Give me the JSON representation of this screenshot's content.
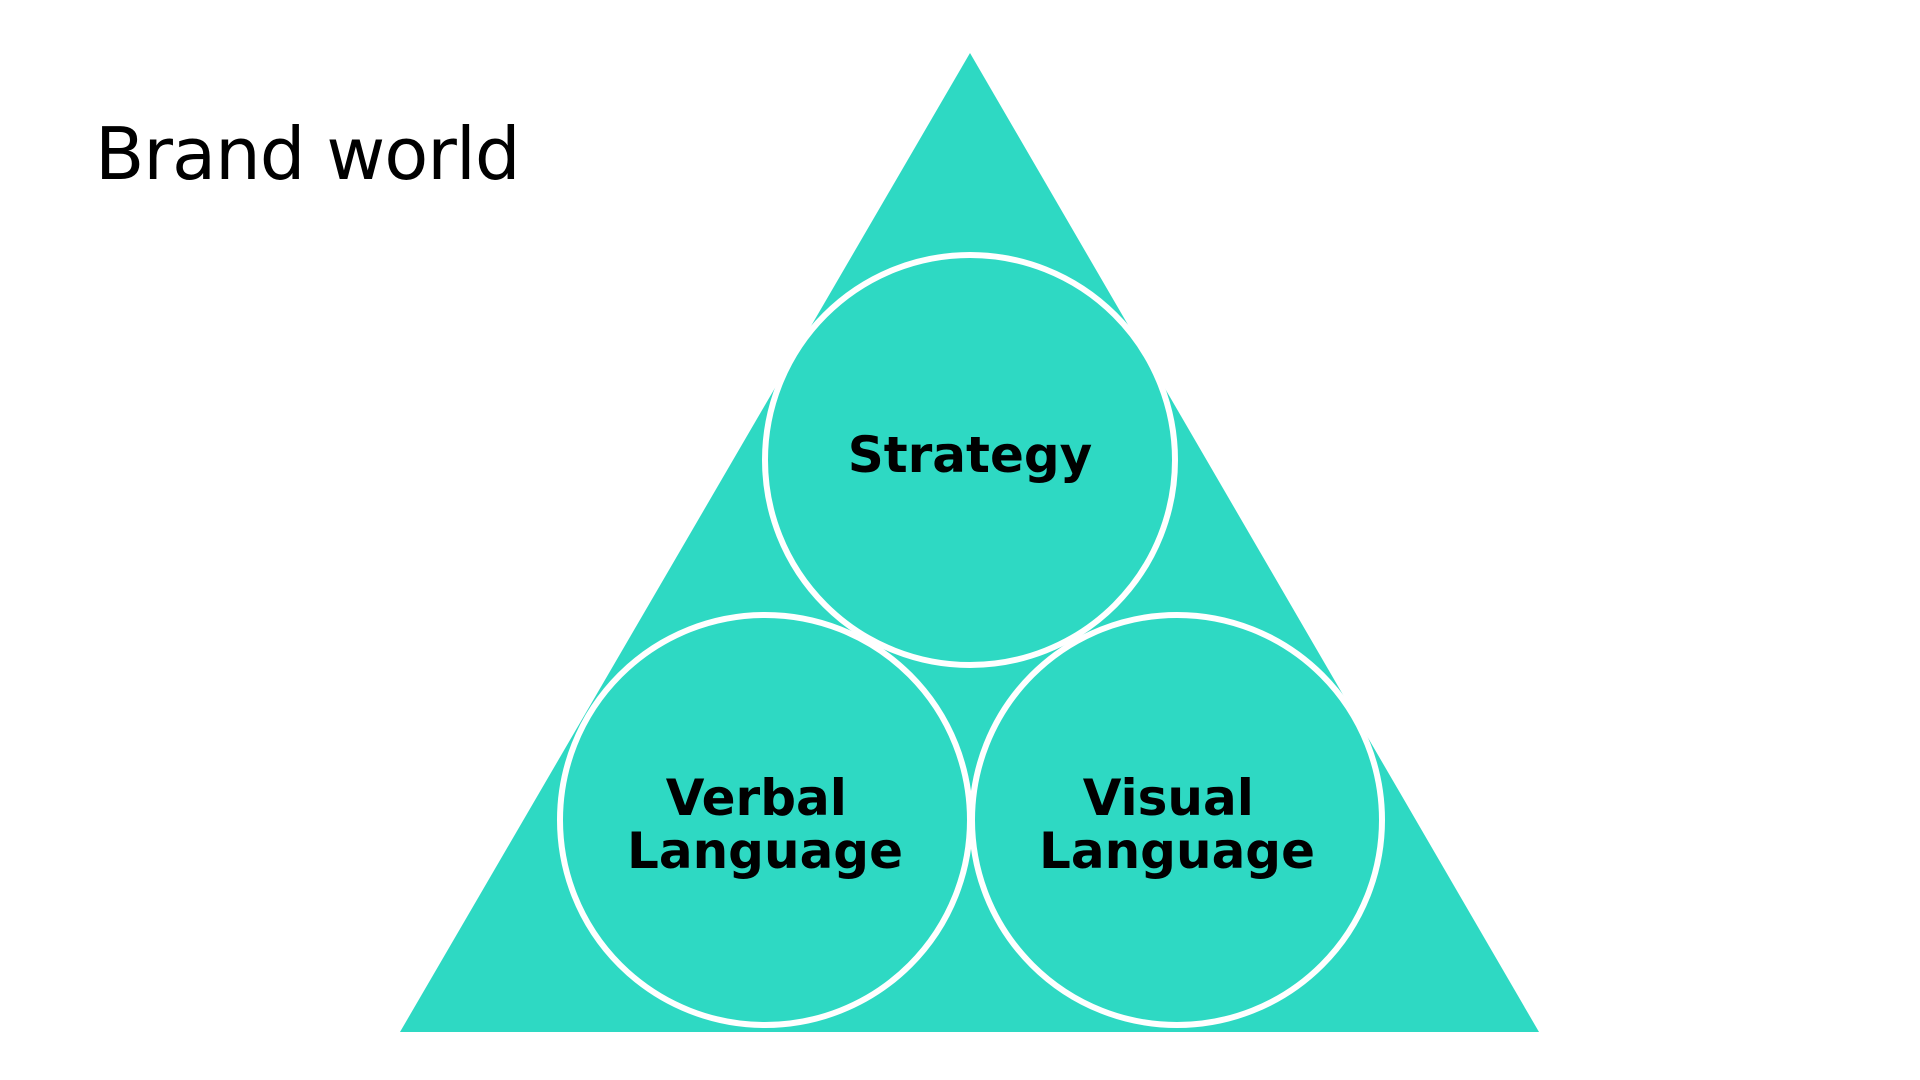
{
  "slide": {
    "title": "Brand world"
  },
  "diagram": {
    "shape": "triangle",
    "fill_color": "#2ED9C3",
    "outline_color": "#FFFFFF",
    "circles": [
      {
        "id": "strategy",
        "lines": [
          "Strategy"
        ]
      },
      {
        "id": "verbal",
        "lines": [
          "Verbal",
          "Language"
        ]
      },
      {
        "id": "visual",
        "lines": [
          "Visual",
          "Language"
        ]
      }
    ]
  }
}
